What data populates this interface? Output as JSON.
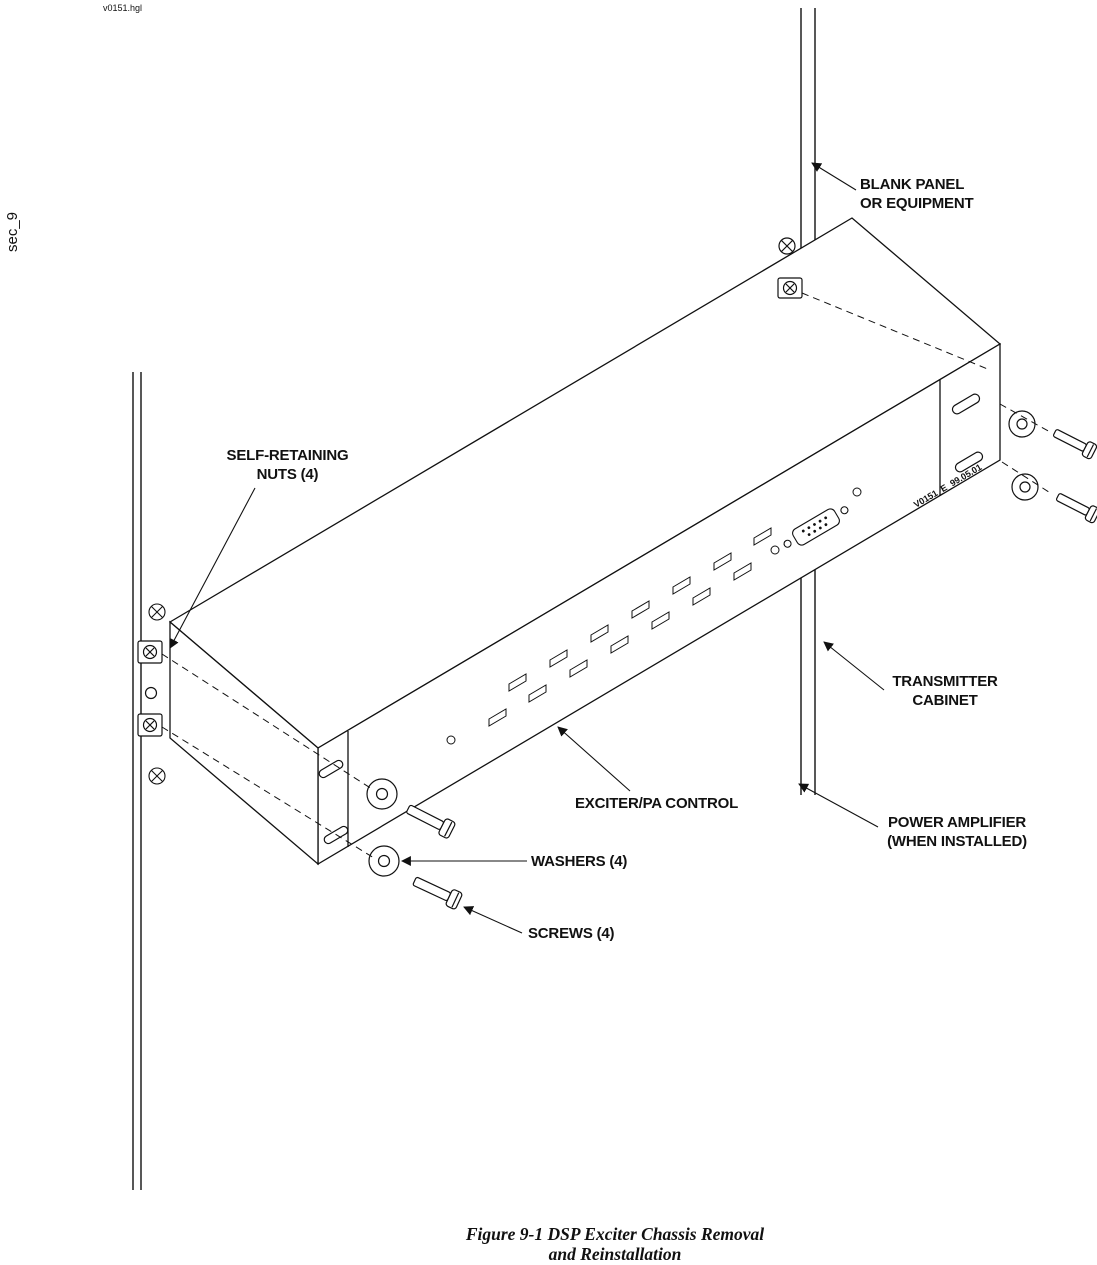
{
  "meta": {
    "file_label": "v0151.hgl",
    "section_label": "sec_9"
  },
  "figure": {
    "panel_marking": "V0151_E_99.05.01",
    "labels": {
      "blank_panel": "BLANK PANEL\nOR EQUIPMENT",
      "self_retaining_nuts": "SELF-RETAINING\nNUTS (4)",
      "transmitter_cabinet": "TRANSMITTER\nCABINET",
      "exciter_pa_control": "EXCITER/PA CONTROL",
      "power_amplifier": "POWER AMPLIFIER\n(WHEN INSTALLED)",
      "washers": "WASHERS (4)",
      "screws": "SCREWS (4)"
    },
    "caption": {
      "line1": "Figure 9-1  DSP Exciter Chassis Removal",
      "line2": "and Reinstallation"
    }
  }
}
